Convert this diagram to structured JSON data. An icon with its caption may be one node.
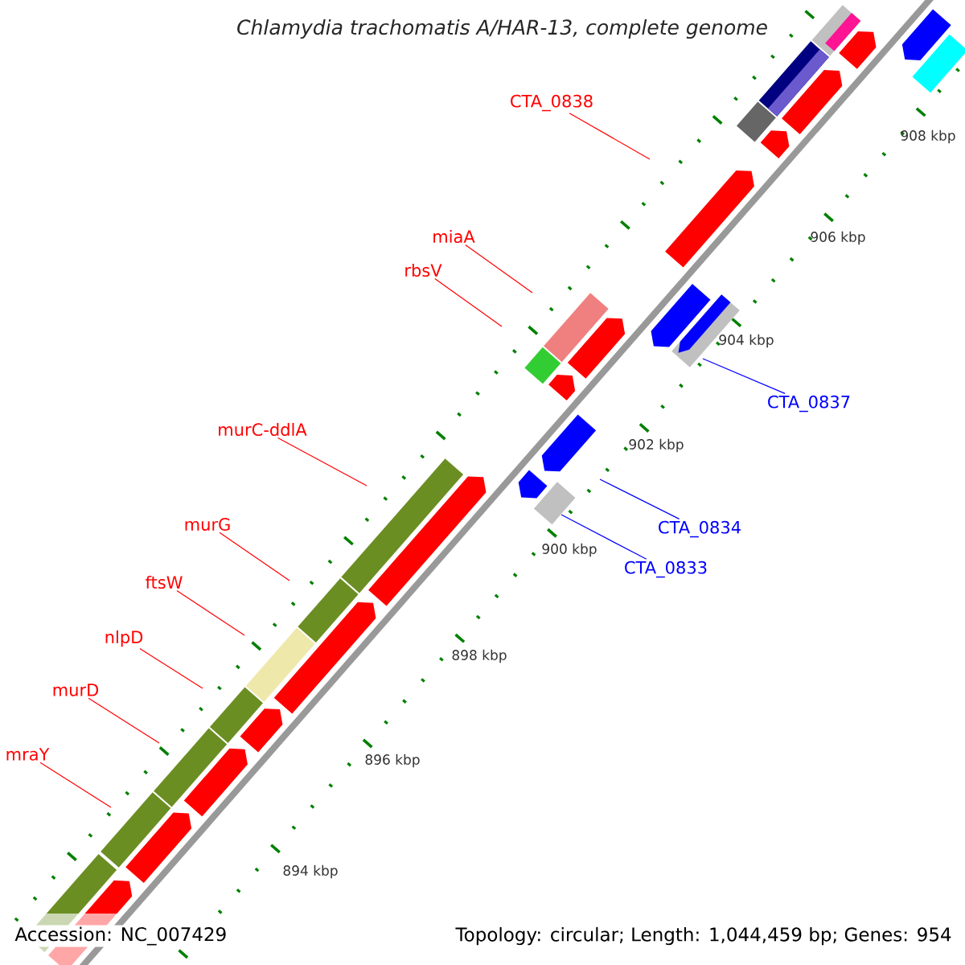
{
  "diagram": {
    "title": "Chlamydia trachomatis A/HAR-13, complete genome",
    "nodes": [
      {
        "text": [
          "mraY"
        ]
      },
      {
        "text": [
          "murD"
        ]
      },
      {
        "text": [
          "nlpD"
        ]
      },
      {
        "text": [
          "ftsW"
        ]
      },
      {
        "text": [
          "murG"
        ]
      },
      {
        "text": [
          "murC-ddlA"
        ]
      },
      {
        "text": [
          "rbsV"
        ]
      },
      {
        "text": [
          "miaA"
        ]
      },
      {
        "text": [
          "CTA_0838"
        ]
      },
      {
        "text": [
          "CTA_0837"
        ]
      },
      {
        "text": [
          "CTA_0834"
        ]
      },
      {
        "text": [
          "CTA_0833"
        ]
      }
    ],
    "edges": [
      {
        "from": 0,
        "to": null,
        "arrow": "none"
      },
      {
        "from": 1,
        "to": null,
        "arrow": "none"
      },
      {
        "from": 2,
        "to": null,
        "arrow": "none"
      },
      {
        "from": 3,
        "to": null,
        "arrow": "none"
      },
      {
        "from": 4,
        "to": null,
        "arrow": "none"
      },
      {
        "from": 5,
        "to": null,
        "arrow": "none"
      },
      {
        "from": 6,
        "to": null,
        "arrow": "none"
      },
      {
        "from": 7,
        "to": null,
        "arrow": "none"
      },
      {
        "from": 8,
        "to": null,
        "arrow": "none"
      },
      {
        "from": 9,
        "to": null,
        "arrow": "none",
        "color": "#0000ff"
      },
      {
        "from": 10,
        "to": null,
        "arrow": "none",
        "color": "#0000ff"
      },
      {
        "from": 11,
        "to": null,
        "arrow": "none",
        "color": "#0000ff"
      }
    ],
    "labels": [
      "894 kbp",
      "896 kbp",
      "898 kbp",
      "900 kbp",
      "902 kbp",
      "904 kbp",
      "906 kbp",
      "908 kbp",
      "Accession: NC_007429",
      "Topology: circular; Length: 1,044,459 bp; Genes: 954"
    ]
  }
}
